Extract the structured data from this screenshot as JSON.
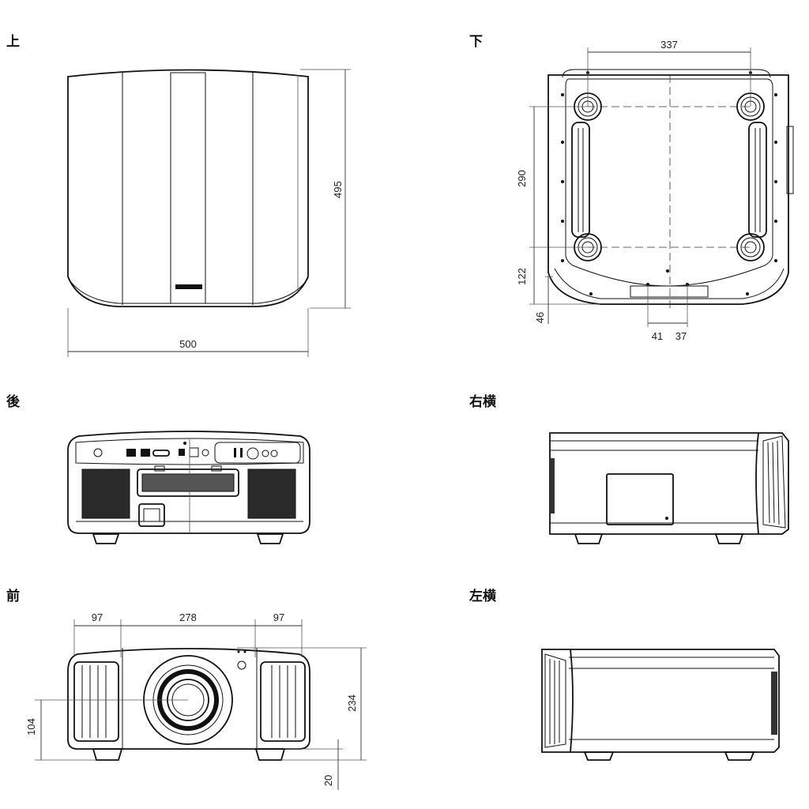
{
  "views": {
    "top": {
      "label": "上"
    },
    "bottom": {
      "label": "下"
    },
    "rear": {
      "label": "後"
    },
    "right_side": {
      "label": "右横"
    },
    "front": {
      "label": "前"
    },
    "left_side": {
      "label": "左横"
    }
  },
  "dimensions": {
    "top_depth": "495",
    "top_width": "500",
    "bottom_foot_span_x": "337",
    "bottom_foot_span_y": "290",
    "bottom_front_offset": "122",
    "bottom_edge_offset": "46",
    "bottom_center_left": "41",
    "bottom_center_right": "37",
    "front_side_left": "97",
    "front_center": "278",
    "front_side_right": "97",
    "front_lens_height": "104",
    "front_height": "234",
    "front_foot_height": "20"
  }
}
